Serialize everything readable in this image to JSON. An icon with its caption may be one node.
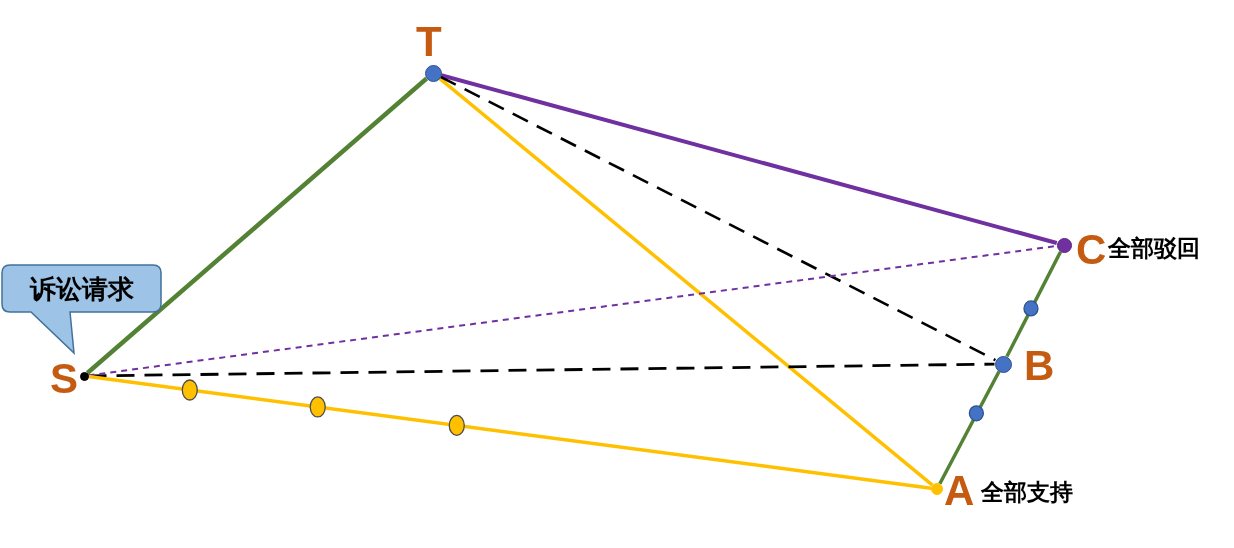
{
  "diagram": {
    "nodes": [
      {
        "text": [],
        "shape": "circle",
        "beside": [
          "T"
        ]
      },
      {
        "text": [
          "诉讼请求"
        ]
      },
      {
        "text": [],
        "shape": "circle",
        "beside": [
          "S"
        ]
      },
      {
        "text": [],
        "shape": "circle",
        "beside": [
          "C",
          "全部驳回"
        ]
      },
      {
        "text": [],
        "shape": "circle",
        "beside": [
          "B"
        ]
      },
      {
        "text": [],
        "shape": "circle",
        "beside": [
          "A",
          "全部支持"
        ]
      }
    ],
    "edges": [
      {
        "from": 2,
        "to": 0,
        "arrow": "none",
        "color": "#548235"
      },
      {
        "from": 0,
        "to": 3,
        "arrow": "none",
        "color": "#7030a0"
      },
      {
        "from": 0,
        "to": 5,
        "arrow": "none",
        "color": "#ffc000"
      },
      {
        "from": 0,
        "to": 4,
        "arrow": "none",
        "style": "dashed",
        "color": "#000000"
      },
      {
        "from": 2,
        "to": 4,
        "arrow": "none",
        "style": "dashed",
        "color": "#000000"
      },
      {
        "from": 2,
        "to": 3,
        "arrow": "none",
        "style": "dashed",
        "color": "#7030a0"
      },
      {
        "from": 2,
        "to": 5,
        "arrow": "none",
        "color": "#ffc000"
      },
      {
        "from": 3,
        "to": 4,
        "arrow": "none",
        "color": "#548235"
      },
      {
        "from": 4,
        "to": 5,
        "arrow": "none",
        "color": "#548235"
      }
    ]
  }
}
